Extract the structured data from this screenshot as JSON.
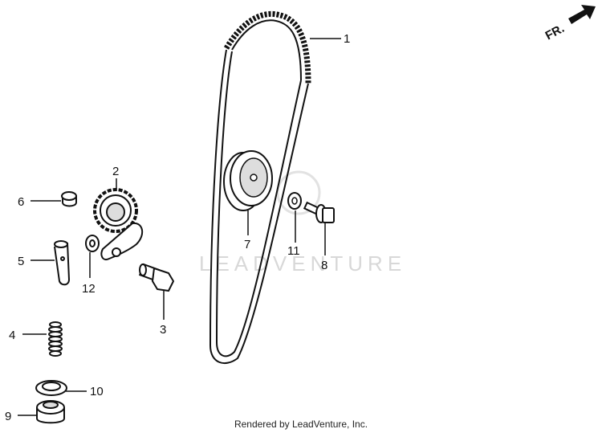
{
  "diagram": {
    "orientation_marker": "FR.",
    "watermark": "LEADVENTURE",
    "footer": "Rendered by LeadVenture, Inc.",
    "callouts": {
      "c1": "1",
      "c2": "2",
      "c3": "3",
      "c4": "4",
      "c5": "5",
      "c6": "6",
      "c7": "7",
      "c8": "8",
      "c9": "9",
      "c10": "10",
      "c11": "11",
      "c12": "12"
    }
  }
}
